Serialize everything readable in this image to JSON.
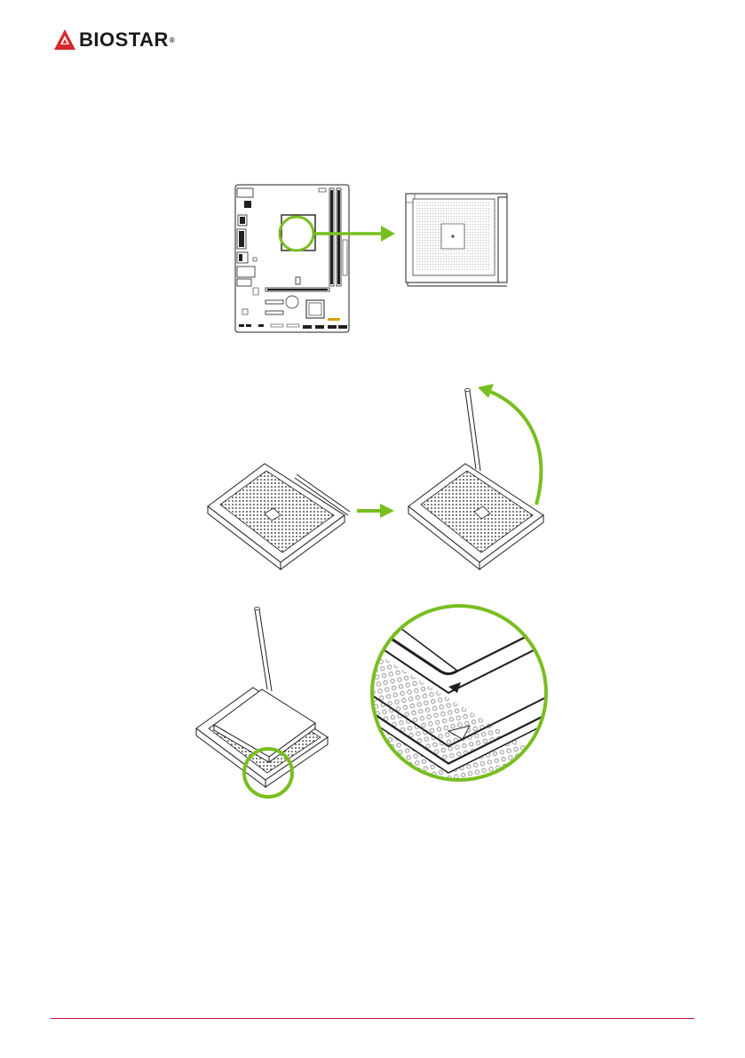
{
  "brand": {
    "name": "BIOSTAR",
    "registered_mark": "®",
    "color": "#d7282f"
  },
  "colors": {
    "accent": "#78be20",
    "line": "#231f20",
    "footer_rule": "#c8102e"
  },
  "figures": [
    {
      "id": "motherboard-overview",
      "description_icon": "motherboard-cpu-socket-location"
    },
    {
      "id": "socket-lever-raise",
      "description_icon": "socket-lever-open"
    },
    {
      "id": "cpu-alignment",
      "description_icon": "cpu-triangle-alignment"
    }
  ]
}
